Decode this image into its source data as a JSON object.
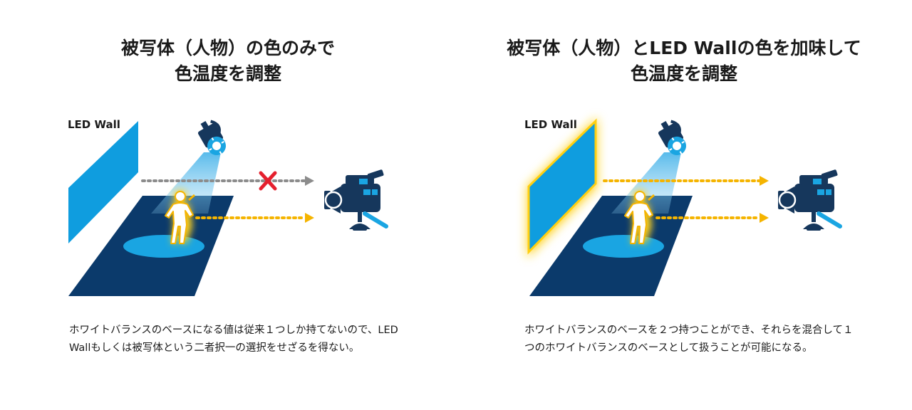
{
  "left": {
    "title_line1": "被写体（人物）の色のみで",
    "title_line2": "色温度を調整",
    "wall_label": "LED Wall",
    "description": "ホワイトバランスのベースになる値は従来１つしか持てないので、LED Wallもしくは被写体という二者択一の選択をせざるを得ない。",
    "wall_glow": false,
    "wall_ray_blocked": true
  },
  "right": {
    "title_line1": "被写体（人物）とLED Wallの色を加味して",
    "title_line2": "色温度を調整",
    "wall_label": "LED Wall",
    "description": "ホワイトバランスのベースを２つ持つことができ、それらを混合して１つのホワイトバランスのベースとして扱うことが可能になる。",
    "wall_glow": true,
    "wall_ray_blocked": false
  },
  "colors": {
    "wall_blue": "#0f9ddf",
    "floor_navy": "#0b3a6b",
    "spot_blue": "#1aa5e2",
    "camera_navy": "#16375c",
    "ray_yellow": "#f5b400",
    "ray_gray": "#8c8c8c",
    "cross_red": "#e5202e",
    "glow_yellow": "#ffd21e"
  },
  "icons": [
    "spotlight-icon",
    "camera-icon",
    "person-icon",
    "cross-icon"
  ]
}
